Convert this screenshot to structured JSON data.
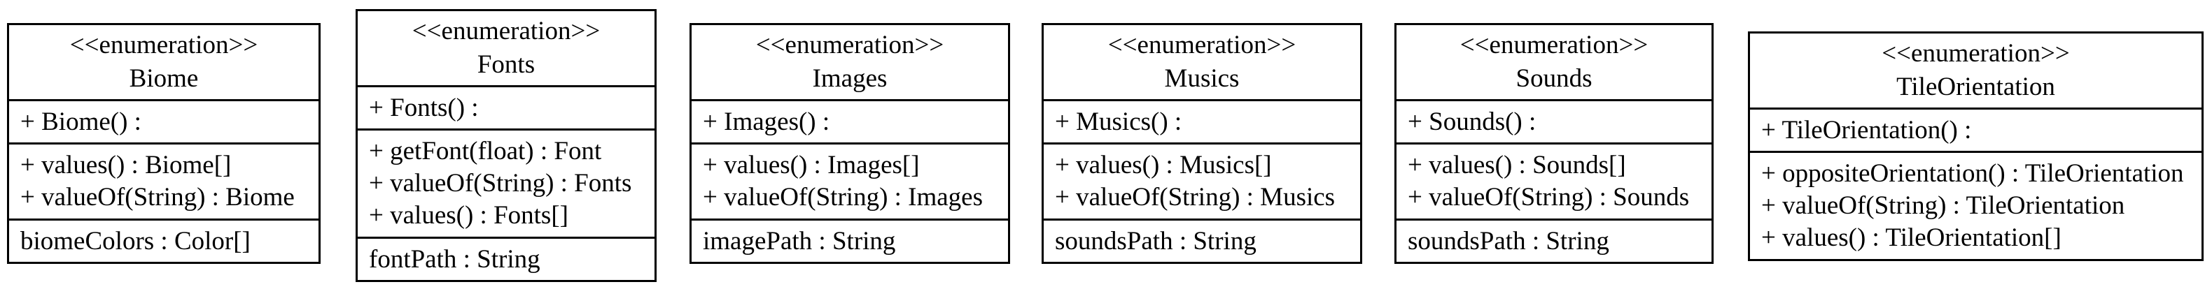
{
  "diagram": {
    "classes": [
      {
        "stereotype": "<<enumeration>>",
        "name": "Biome",
        "constructors": [
          "+ Biome() :"
        ],
        "methods": [
          "+ values() : Biome[]",
          "+ valueOf(String) : Biome"
        ],
        "attributes": [
          "biomeColors : Color[]"
        ]
      },
      {
        "stereotype": "<<enumeration>>",
        "name": "Fonts",
        "constructors": [
          "+ Fonts() :"
        ],
        "methods": [
          "+ getFont(float) : Font",
          "+ valueOf(String) : Fonts",
          "+ values() : Fonts[]"
        ],
        "attributes": [
          "fontPath : String"
        ]
      },
      {
        "stereotype": "<<enumeration>>",
        "name": "Images",
        "constructors": [
          "+ Images() :"
        ],
        "methods": [
          "+ values() : Images[]",
          "+ valueOf(String) : Images"
        ],
        "attributes": [
          "imagePath : String"
        ]
      },
      {
        "stereotype": "<<enumeration>>",
        "name": "Musics",
        "constructors": [
          "+ Musics() :"
        ],
        "methods": [
          "+ values() : Musics[]",
          "+ valueOf(String) : Musics"
        ],
        "attributes": [
          "soundsPath : String"
        ]
      },
      {
        "stereotype": "<<enumeration>>",
        "name": "Sounds",
        "constructors": [
          "+ Sounds() :"
        ],
        "methods": [
          "+ values() : Sounds[]",
          "+ valueOf(String) : Sounds"
        ],
        "attributes": [
          "soundsPath : String"
        ]
      },
      {
        "stereotype": "<<enumeration>>",
        "name": "TileOrientation",
        "constructors": [
          "+ TileOrientation() :"
        ],
        "methods": [
          "+ oppositeOrientation() : TileOrientation",
          "+ valueOf(String) : TileOrientation",
          "+ values() : TileOrientation[]"
        ],
        "attributes": []
      }
    ],
    "colors": {
      "border": "#000000",
      "text": "#000000",
      "background": "#ffffff"
    }
  }
}
